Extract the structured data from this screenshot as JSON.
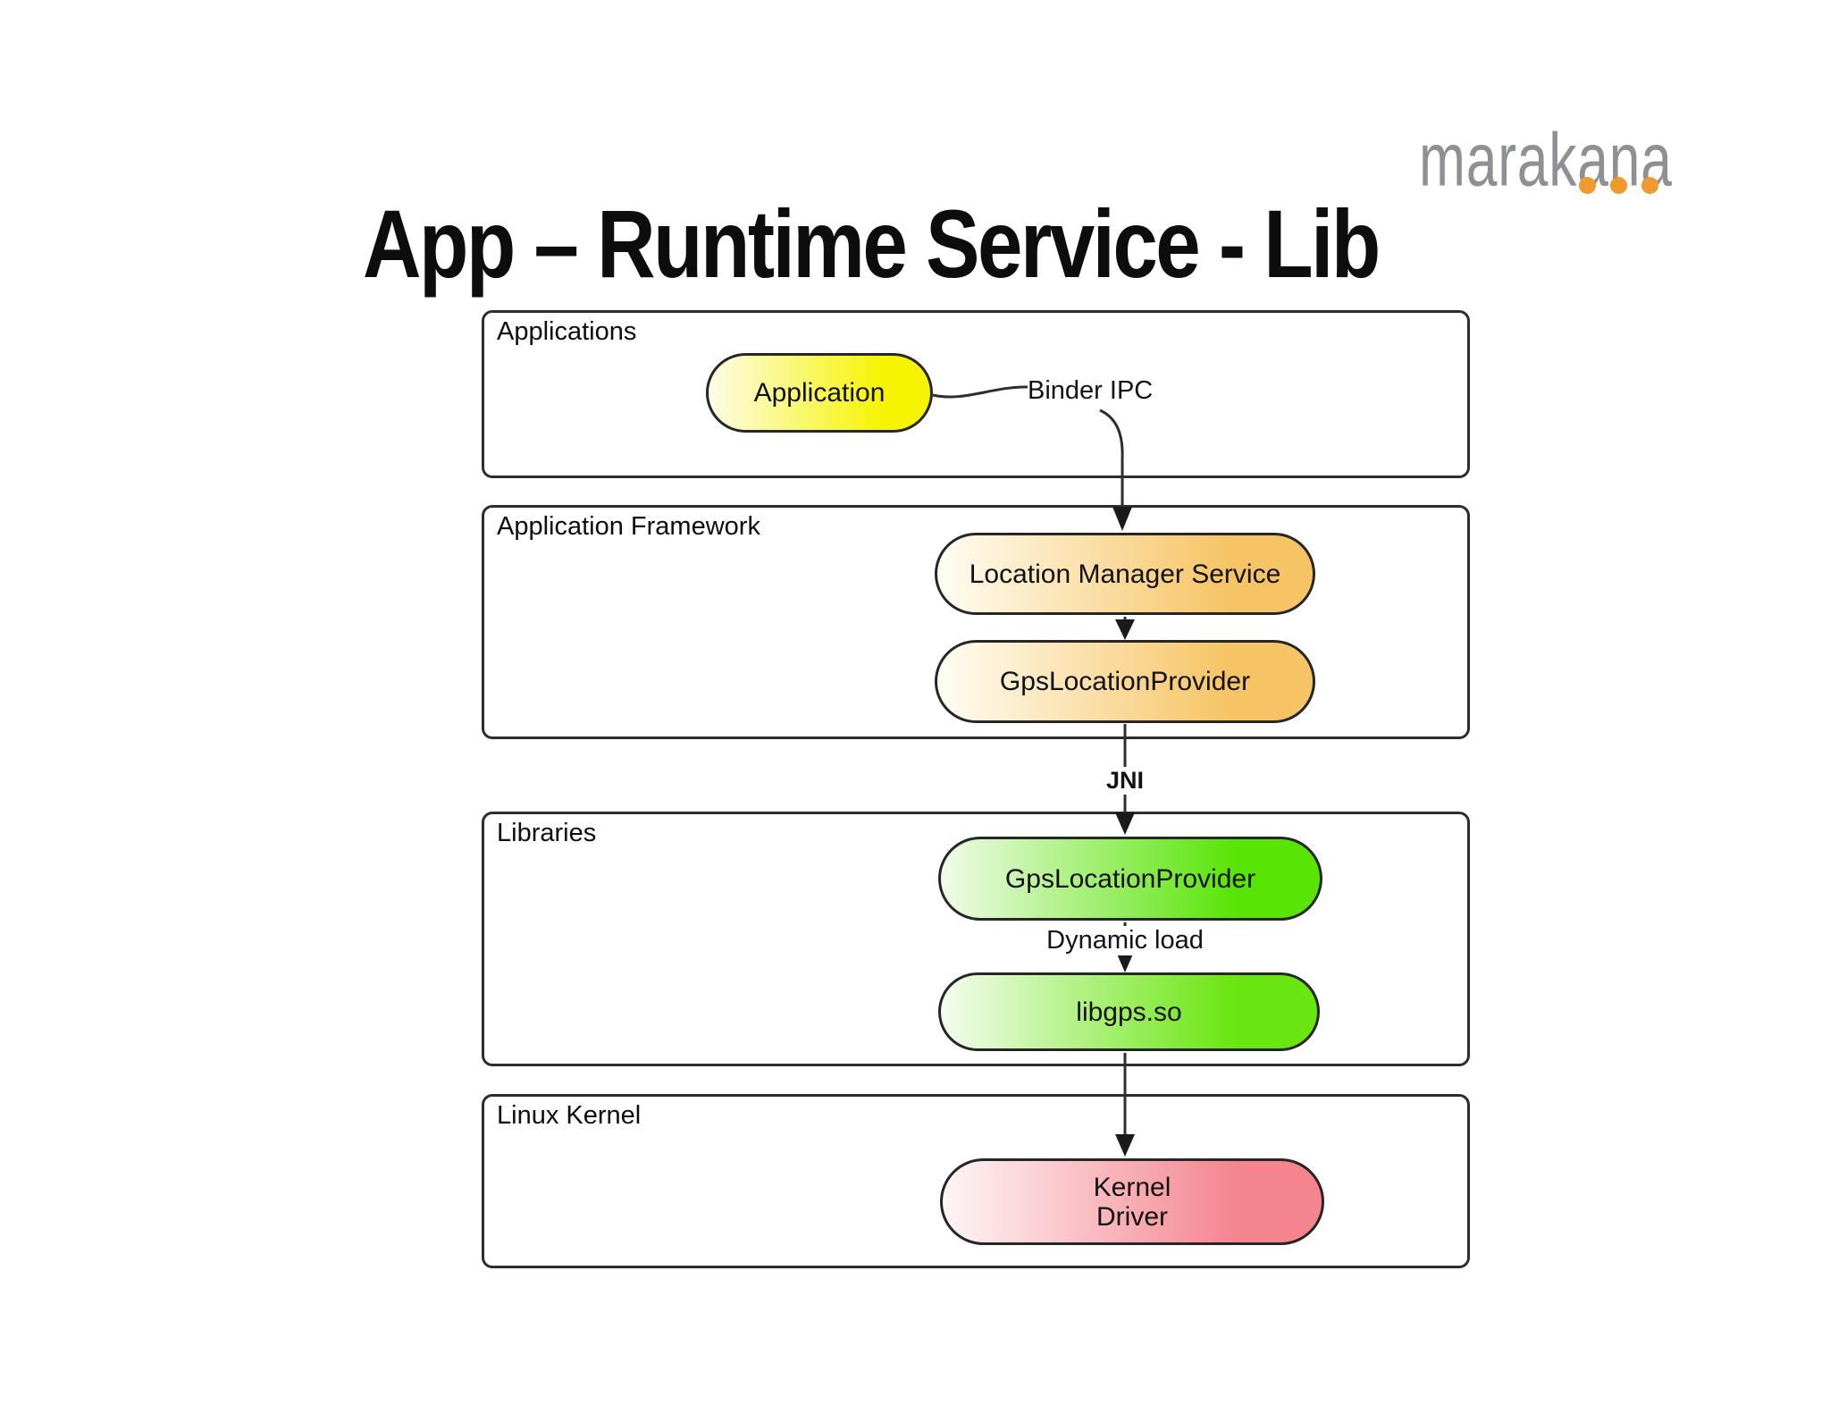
{
  "logo": {
    "text": "marakana",
    "text_color": "#8e9093",
    "dots_color": "#f0992e"
  },
  "title": "App – Runtime Service - Lib",
  "layers": [
    {
      "label": "Applications"
    },
    {
      "label": "Application Framework"
    },
    {
      "label": "Libraries"
    },
    {
      "label": "Linux Kernel"
    }
  ],
  "nodes": {
    "application": {
      "label": "Application",
      "colors": [
        "#fdfce8",
        "#f6f403"
      ]
    },
    "location_manager_service": {
      "label": "Location Manager Service",
      "colors": [
        "#fffdf4",
        "#f6c464"
      ]
    },
    "gps_location_provider_framework": {
      "label": "GpsLocationProvider",
      "colors": [
        "#fffdf4",
        "#f6c464"
      ]
    },
    "gps_location_provider_native": {
      "label": "GpsLocationProvider",
      "colors": [
        "#f1fbe9",
        "#58e405"
      ]
    },
    "libgps": {
      "label": "libgps.so",
      "colors": [
        "#f4fcef",
        "#69e60f"
      ]
    },
    "kernel_driver": {
      "lines": [
        "Kernel",
        "Driver"
      ],
      "colors": [
        "#fef5f6",
        "#f4848e"
      ]
    }
  },
  "edge_labels": {
    "binder_ipc": "Binder IPC",
    "jni": "JNI",
    "dynamic_load": "Dynamic load"
  }
}
